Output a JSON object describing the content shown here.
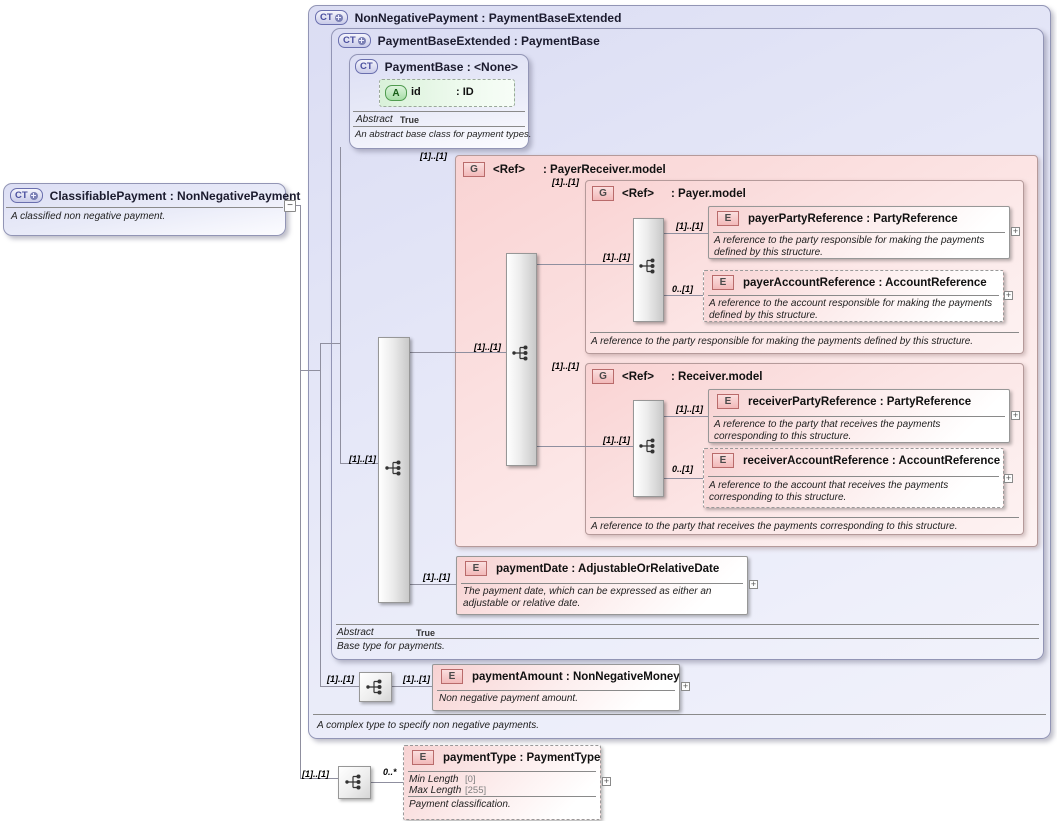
{
  "badges": {
    "ct": "CT",
    "e": "E",
    "g": "G",
    "a": "A",
    "plus": "+",
    "minus": "−"
  },
  "cards": {
    "one": "[1]..[1]",
    "opt": "0..[1]",
    "many": "0..*"
  },
  "types": {
    "classifiable": {
      "title": "ClassifiablePayment : NonNegativePayment",
      "annotation": "A classified non negative payment."
    },
    "nonNegativePayment": {
      "title": "NonNegativePayment : PaymentBaseExtended",
      "annotation": "A complex type to specify non negative payments."
    },
    "paymentBaseExtended": {
      "title": "PaymentBaseExtended : PaymentBase",
      "abstract_label": "Abstract",
      "abstract_value": "True",
      "annotation": "Base type for payments."
    },
    "paymentBase": {
      "title": "PaymentBase : <None>",
      "abstract_label": "Abstract",
      "abstract_value": "True",
      "annotation": "An abstract base class for payment types."
    }
  },
  "attributes": {
    "id": {
      "name": "id",
      "type": ": ID"
    }
  },
  "groups": {
    "payerReceiver": {
      "ref": "<Ref>",
      "type": ": PayerReceiver.model"
    },
    "payer": {
      "ref": "<Ref>",
      "type": ": Payer.model",
      "annotation": "A reference to the party responsible for making the payments defined by this structure."
    },
    "receiver": {
      "ref": "<Ref>",
      "type": ": Receiver.model",
      "annotation": "A reference to the party that receives the payments corresponding to this structure."
    }
  },
  "elements": {
    "payerPartyReference": {
      "title": "payerPartyReference : PartyReference",
      "annotation": "A reference to the party responsible for making the payments defined by this structure."
    },
    "payerAccountReference": {
      "title": "payerAccountReference : AccountReference",
      "annotation": "A reference to the account responsible for making the payments defined by this structure."
    },
    "receiverPartyReference": {
      "title": "receiverPartyReference : PartyReference",
      "annotation": "A reference to the party that receives the payments corresponding to this structure."
    },
    "receiverAccountReference": {
      "title": "receiverAccountReference : AccountReference",
      "annotation": "A reference to the account that receives the payments corresponding to this structure."
    },
    "paymentDate": {
      "title": "paymentDate : AdjustableOrRelativeDate",
      "annotation": "The payment date, which can be expressed as either an adjustable or relative date."
    },
    "paymentAmount": {
      "title": "paymentAmount : NonNegativeMoney",
      "annotation": "Non negative payment amount."
    },
    "paymentType": {
      "title": "paymentType : PaymentType",
      "annotation": "Payment classification.",
      "facets": {
        "min_label": "Min Length",
        "min_value": "[0]",
        "max_label": "Max Length",
        "max_value": "[255]"
      }
    }
  }
}
